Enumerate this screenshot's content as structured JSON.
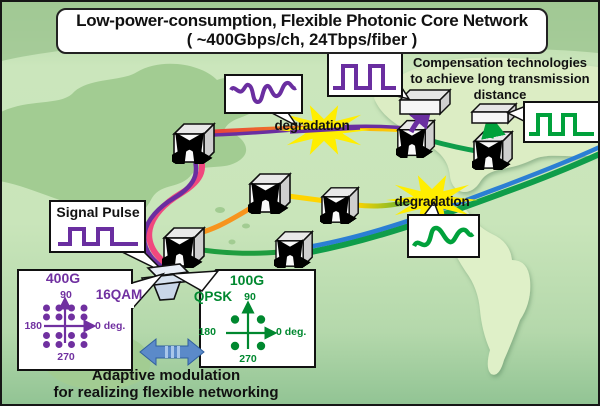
{
  "title": {
    "line1": "Low-power-consumption, Flexible Photonic Core Network",
    "line2": "( ~400Gbps/ch, 24Tbps/fiber )"
  },
  "compensation_note": {
    "line1": "Compensation technologies",
    "line2": "to achieve long transmission",
    "line3": "distance"
  },
  "degradation_labels": {
    "west": "degradation",
    "east": "degradation"
  },
  "signal_pulse_label": "Signal Pulse",
  "adaptive_note": {
    "line1": "Adaptive modulation",
    "line2": "for realizing flexible networking"
  },
  "modulations": {
    "qam16": {
      "bitrate": "400G",
      "scheme": "16QAM",
      "axis_top": "90",
      "axis_left": "180",
      "axis_right": "0 deg.",
      "axis_bottom": "270",
      "color": "#7030a0",
      "points": 16
    },
    "qpsk": {
      "bitrate": "100G",
      "scheme": "QPSK",
      "axis_top": "90",
      "axis_left": "180",
      "axis_right": "0 deg.",
      "axis_bottom": "270",
      "color": "#00882f",
      "points": 4
    }
  },
  "network": {
    "switch_icon": "optical-cross-connect-cube",
    "switch_count": 7,
    "compensator_icon": "compensation-module-slab",
    "compensator_count": 2,
    "transmitter_icon": "adaptive-modulation-transmitter",
    "degradation_bursts": 2
  },
  "colors": {
    "qam_purple": "#7030a0",
    "qpsk_green": "#00882f",
    "signal_purple": "#6a2ea0",
    "signal_green": "#00a13b",
    "degradation_yellow": "#ffee00",
    "fiber_yellow": "#ffd400",
    "fiber_pink": "#f0487e",
    "fiber_orange": "#f7941d",
    "fiber_blue": "#2b7fd4",
    "swap_arrow_blue": "#5b8ac9"
  }
}
